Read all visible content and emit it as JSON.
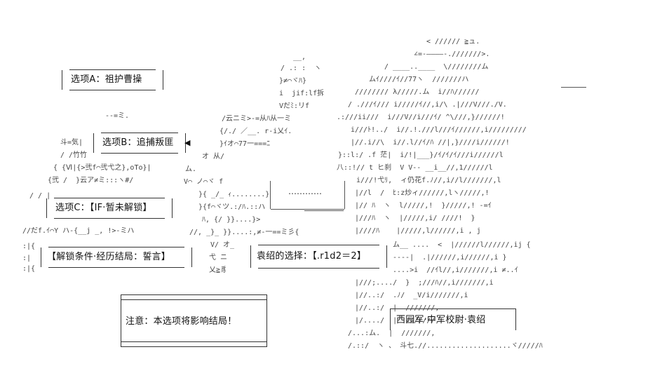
{
  "options": {
    "option_a": "选项A：祖护曹操",
    "option_b": "选项B：追捕叛匪",
    "option_b_pointer": "◀",
    "option_c": "选项C：【IF·暂未解锁】",
    "unlock_condition": "【解锁条件·经历结局：誓言】"
  },
  "choice_box": {
    "text": "袁绍的选择：【.r1d2＝2】"
  },
  "notice": {
    "text": "注意：本选项将影响结局！"
  },
  "character_caption": {
    "text": "西园军·中军校尉·袁绍"
  },
  "ascii_art": {
    "left_figure": [
      "--=ミ.",
      "斗=気|",
      "/ /竹竹",
      "{ {Ⅵ|{>弐f⌒弐弋之},oTo}|",
      "{弐 /  }云ア≠ミ:::ヽ#/",
      "/ / |",
      "//だf.ｲ⌒Y ハ-{__j _, !>-ミハ",
      ":|{",
      ":|",
      ":|{"
    ],
    "middle_figure": [
      "__,",
      "/ .: :  ヽ",
      "}≠⌒ヾﾊ}",
      "i  jif:lf拆",
      "Vだﾐ:リf",
      "/云ニミ>-=从ﾊ从一ミ",
      "{/./ ／__. r-i乂ｲ.",
      "}ｲオ⌒77一===ﾆ",
      "オ 从/",
      "ム.",
      "V⌒ ノ⌒ヾ f",
      "}{ _/_ ｨ........}",
      "}{f⌒ヾツ.:/ﾊ.::ハ",
      "ﾊ, {/ }}....}>",
      "//, _}_ }}....:,≠-一==ミ彡{",
      "V/ オ_",
      "弋 ニ",
      "乂≧豸"
    ],
    "right_figure": [
      "< ////// ≧ュ.",
      "∠=-――――-.///////>.",
      "/ ____..____  \\////////ム",
      "ムｲ////ｲ//77ヽ  ///////ハ",
      "//////// λ/////.ム  i//ﾊ//////",
      "/ .///ｲ/// i/////ｲ//,i/\\ .|///V///./V.",
      ".:///ii///  i///V//i///ｲ/ ^\\///,}//////!",
      "i///ﾄ!../  i//.!.///l///ｲ//////,i/////////",
      "|//.i//\\  i//.l//ｲ/ﾊ //|,}////i//////!",
      "}::l:/ .f 茫|  i/!|___}/ｲ/ｲ/ｲ///i//////l",
      "八::!// t ヒ刹  V V-- __i__//,1//////l",
      "i///!弋ﾘ,  ィ仍花f.ﾉ//,i//l///////,l",
      "|//l  /  ﾋ:z炒ィ//////,lヽ/////,!",
      "|// ﾊ  ヽ  l/////,!  }/////,! -=ｲ",
      "|///ﾊ  ヽ  |/////,i/ ////!  }",
      "|////ﾊ    |/////,l//////,i , j",
      "ム__ ....  <  |//////l//////,ij {",
      "----|  .|//////,i//////,i }",
      "....>i  //ｲl//,i///////,i ≠..ｲ",
      "|///;..../  }  ;///ﾊ//,i///////,i",
      "|//..:/  .ﾉ/  _V/i///////,i",
      "|//..:/  |  ///////,",
      "|/..../  |  ///////,",
      "/...:ム.  |  ///////,",
      "/.::/  ヽ 、 斗七.//....................ヾ/////ﾊ"
    ]
  },
  "hidden_box_label": "…………"
}
